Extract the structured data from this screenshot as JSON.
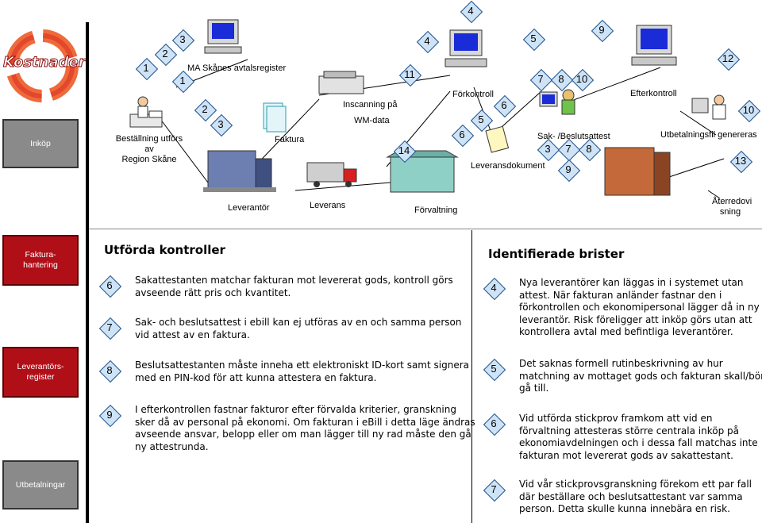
{
  "logo": {
    "text": "Kostnader",
    "color": "#d7241d"
  },
  "sidebar": {
    "inkop": "Inköp",
    "fakturahantering": "Faktura-\nhantering",
    "leverantorsregister": "Leverantörs-\nregister",
    "utbetalningar": "Utbetalningar"
  },
  "flow": {
    "bestallning": "Beställning utförs av\nRegion Skåne",
    "avtalsregister": "MA Skånes avtalsregister",
    "faktura": "Faktura",
    "inscanning": "Inscanning på",
    "wmdata": "WM-data",
    "forkontroll": "Förkontroll",
    "leveransdokument": "Leveransdokument",
    "attest": "Sak- /Beslutsattest",
    "efterkontroll": "Efterkontroll",
    "utbetalningsfil": "Utbetalningsfil genereras",
    "leverantor": "Leverantör",
    "leverans": "Leverans",
    "forvaltning": "Förvaltning",
    "aterredovisning": "Återredovi\nsning"
  },
  "markers": [
    "1",
    "2",
    "3",
    "2",
    "3",
    "1",
    "4",
    "11",
    "14",
    "4",
    "5",
    "6",
    "6",
    "5",
    "9",
    "7",
    "8",
    "10",
    "3",
    "7",
    "8",
    "9",
    "12",
    "10",
    "13"
  ],
  "left": {
    "heading": "Utförda kontroller",
    "items": [
      {
        "num": "6",
        "text": "Sakattestanten matchar fakturan mot levererat gods, kontroll görs\navseende rätt pris och kvantitet."
      },
      {
        "num": "7",
        "text": "Sak- och beslutsattest i ebill kan ej utföras av en och samma person\nvid attest av en faktura."
      },
      {
        "num": "8",
        "text": "Beslutsattestanten måste inneha ett elektroniskt ID-kort samt signera\nmed en PIN-kod för att kunna attestera en faktura."
      },
      {
        "num": "9",
        "text": "I efterkontrollen fastnar fakturor efter förvalda kriterier, granskning\nsker då av personal på ekonomi. Om fakturan i eBill i detta läge ändras\navseende ansvar, belopp eller om man lägger till ny rad måste den gå\nny attestrunda."
      }
    ]
  },
  "right": {
    "heading": "Identifierade brister",
    "items": [
      {
        "num": "4",
        "text": "Nya leverantörer kan läggas in i systemet utan\nattest. När fakturan anländer fastnar den i\nförkontrollen och ekonomipersonal lägger då in ny\nleverantör. Risk föreligger att inköp görs utan att\nkontrollera avtal med befintliga leverantörer."
      },
      {
        "num": "5",
        "text": "Det saknas formell rutinbeskrivning av hur\nmatchning av mottaget gods och fakturan skall/bör\ngå till."
      },
      {
        "num": "6",
        "text": "Vid utförda stickprov framkom att vid en\nförvaltning attesteras större centrala inköp på\nekonomiavdelningen och i dessa fall matchas inte\nfakturan mot levererat gods av sakattestant."
      },
      {
        "num": "7",
        "text": "Vid vår stickprovsgranskning förekom ett par fall\ndär beställare och beslutsattestant var samma\nperson. Detta skulle kunna innebära en risk."
      }
    ]
  }
}
